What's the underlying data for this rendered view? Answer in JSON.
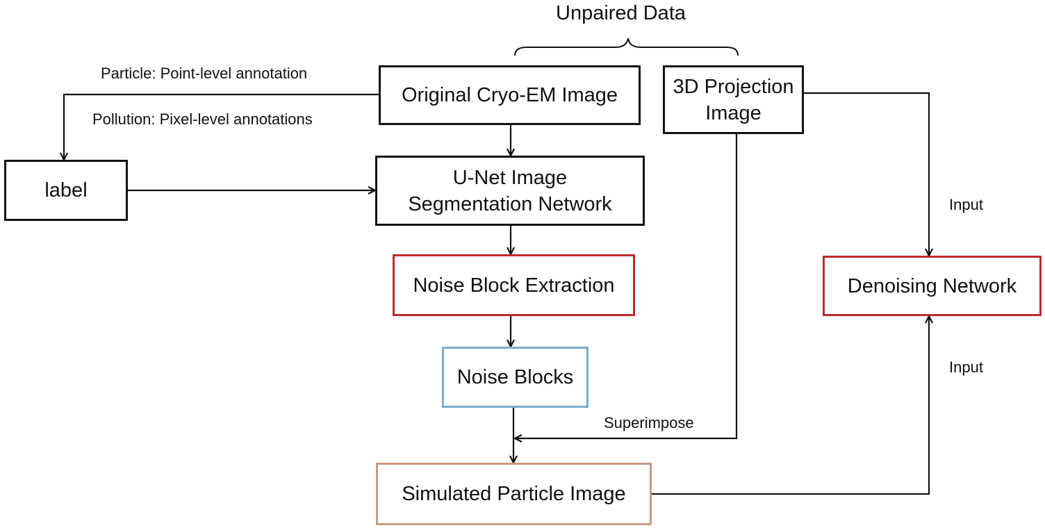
{
  "title": "Unpaired Data",
  "nodes": {
    "original": {
      "line1": "Original Cryo-EM Image"
    },
    "projection": {
      "line1": "3D Projection",
      "line2": "Image"
    },
    "label": {
      "line1": "label"
    },
    "unet": {
      "line1": "U-Net Image",
      "line2": "Segmentation Network"
    },
    "noise_extraction": {
      "line1": "Noise Block Extraction"
    },
    "noise_blocks": {
      "line1": "Noise Blocks"
    },
    "simulated": {
      "line1": "Simulated Particle Image"
    },
    "denoising": {
      "line1": "Denoising Network"
    }
  },
  "edge_labels": {
    "particle": "Particle: Point-level annotation",
    "pollution": "Pollution: Pixel-level annotations",
    "input_top": "Input",
    "input_bottom": "Input",
    "superimpose": "Superimpose"
  },
  "colors": {
    "black_border": "#111111",
    "red_border": "#c0282d",
    "blue_border": "#78aed0",
    "tan_border": "#c99a7e",
    "line": "#111111"
  }
}
